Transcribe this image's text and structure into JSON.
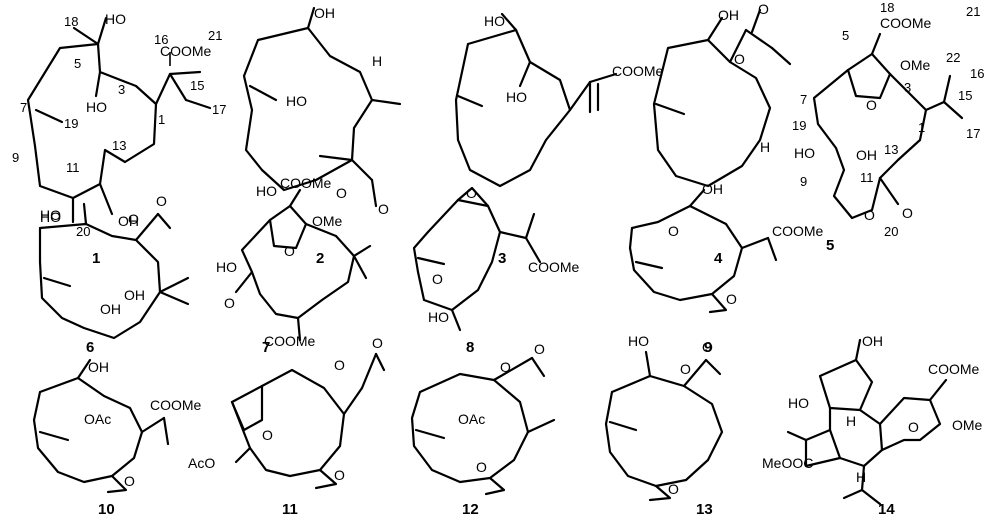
{
  "figure": {
    "compounds": [
      {
        "id": "1",
        "groups": [
          "HO",
          "HO",
          "HO",
          "OH",
          "COOMe"
        ],
        "atom_numbers": [
          "18",
          "5",
          "3",
          "7",
          "19",
          "9",
          "11",
          "13",
          "1",
          "16",
          "15",
          "17",
          "20",
          "21"
        ]
      },
      {
        "id": "2",
        "groups": [
          "OH",
          "HO",
          "HO",
          "O",
          "O",
          "H"
        ]
      },
      {
        "id": "3",
        "groups": [
          "HO",
          "HO",
          "COOMe"
        ]
      },
      {
        "id": "4",
        "groups": [
          "OH",
          "O",
          "O",
          "H"
        ]
      },
      {
        "id": "5",
        "groups": [
          "COOMe",
          "OMe",
          "O",
          "HO",
          "OH",
          "O",
          "O"
        ],
        "atom_numbers": [
          "18",
          "21",
          "5",
          "22",
          "3",
          "7",
          "16",
          "15",
          "17",
          "1",
          "19",
          "9",
          "11",
          "13",
          "20"
        ]
      },
      {
        "id": "6",
        "groups": [
          "HO",
          "O",
          "O",
          "OH",
          "OH"
        ]
      },
      {
        "id": "7",
        "groups": [
          "COOMe",
          "OMe",
          "O",
          "HO",
          "O",
          "COOMe"
        ]
      },
      {
        "id": "8",
        "groups": [
          "O",
          "O",
          "HO",
          "COOMe"
        ]
      },
      {
        "id": "9",
        "groups": [
          "OH",
          "O",
          "COOMe",
          "O"
        ]
      },
      {
        "id": "10",
        "groups": [
          "OH",
          "COOMe",
          "OAc",
          "O"
        ]
      },
      {
        "id": "11",
        "groups": [
          "O",
          "O",
          "O",
          "AcO",
          "O"
        ]
      },
      {
        "id": "12",
        "groups": [
          "O",
          "O",
          "OAc",
          "O"
        ]
      },
      {
        "id": "13",
        "groups": [
          "HO",
          "O",
          "O",
          "O"
        ]
      },
      {
        "id": "14",
        "groups": [
          "OH",
          "COOMe",
          "HO",
          "H",
          "O",
          "OMe",
          "MeOOC",
          "H"
        ]
      }
    ]
  }
}
